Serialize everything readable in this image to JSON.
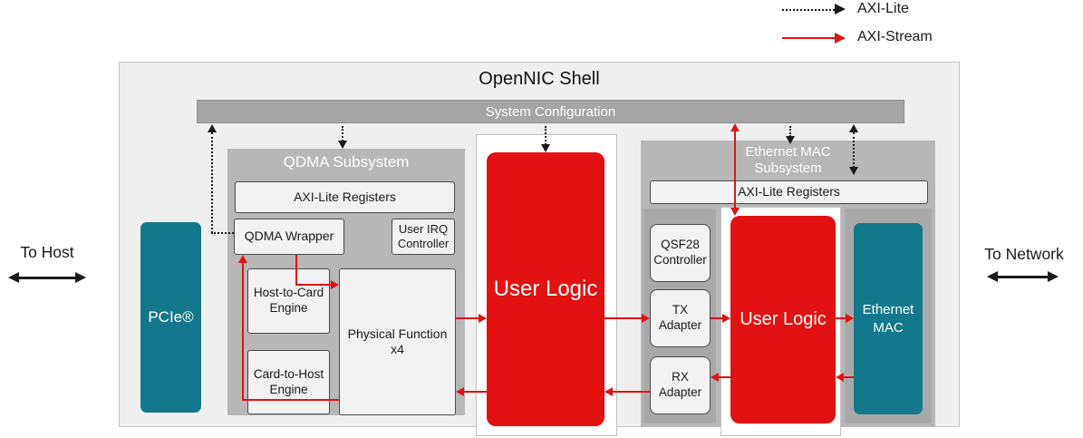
{
  "colors": {
    "axi_stream_red": "#e21212",
    "block_teal": "#14788c",
    "subsystem_gray": "#b7b7b7",
    "inner_strip_gray": "#a9a9a9",
    "system_bar_gray": "#a5a5a5",
    "shell_background": "#efefef"
  },
  "legend": {
    "axi_lite": "AXI-Lite",
    "axi_stream": "AXI-Stream"
  },
  "external": {
    "to_host": "To Host",
    "to_network": "To Network"
  },
  "shell": {
    "title": "OpenNIC Shell",
    "system_configuration": "System Configuration"
  },
  "pcie": {
    "label": "PCIe®"
  },
  "qdma": {
    "title": "QDMA Subsystem",
    "axi_lite_registers": "AXI-Lite Registers",
    "qdma_wrapper": "QDMA Wrapper",
    "user_irq_controller": "User IRQ\nController",
    "host_to_card_engine": "Host-to-Card\nEngine",
    "card_to_host_engine": "Card-to-Host\nEngine",
    "physical_function": "Physical Function\nx4"
  },
  "user_logic_center": {
    "label": "User Logic"
  },
  "ethernet": {
    "title": "Ethernet MAC\nSubsystem",
    "axi_lite_registers": "AXI-Lite Registers",
    "qsf28_controller": "QSF28\nController",
    "tx_adapter": "TX\nAdapter",
    "rx_adapter": "RX\nAdapter",
    "user_logic": "User Logic",
    "ethernet_mac": "Ethernet\nMAC"
  }
}
